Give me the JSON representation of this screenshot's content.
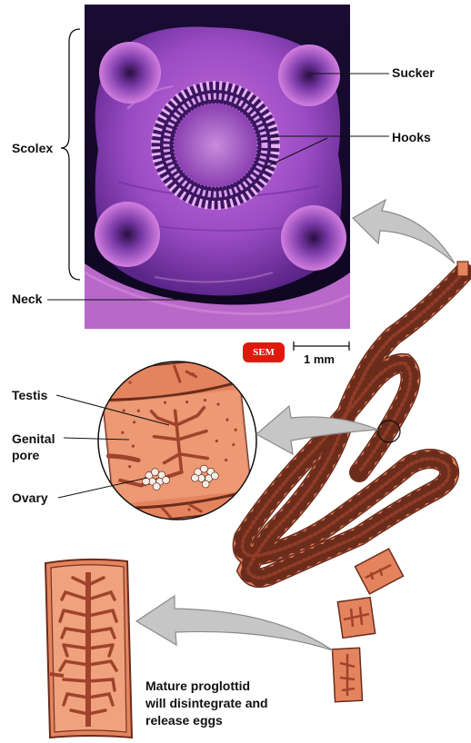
{
  "labels": {
    "scolex": "Scolex",
    "neck": "Neck",
    "sucker": "Sucker",
    "hooks": "Hooks",
    "testis": "Testis",
    "genital_pore_line1": "Genital",
    "genital_pore_line2": "pore",
    "ovary": "Ovary",
    "caption_line1": "Mature proglottid",
    "caption_line2": "will disintegrate and",
    "caption_line3": "release eggs"
  },
  "scale": {
    "badge": "SEM",
    "bar": "1 mm"
  },
  "colors": {
    "tissue": "#e4845e",
    "tissue_light": "#f2a683",
    "tissue_outline": "#6b2c1c",
    "organ": "#a0432c",
    "sem_dark": "#150a2a",
    "sem_purple": "#8a3fb0",
    "sem_pink": "#e48ed8",
    "arrow_gray": "#c6c6c6",
    "badge_red": "#e0190f"
  }
}
